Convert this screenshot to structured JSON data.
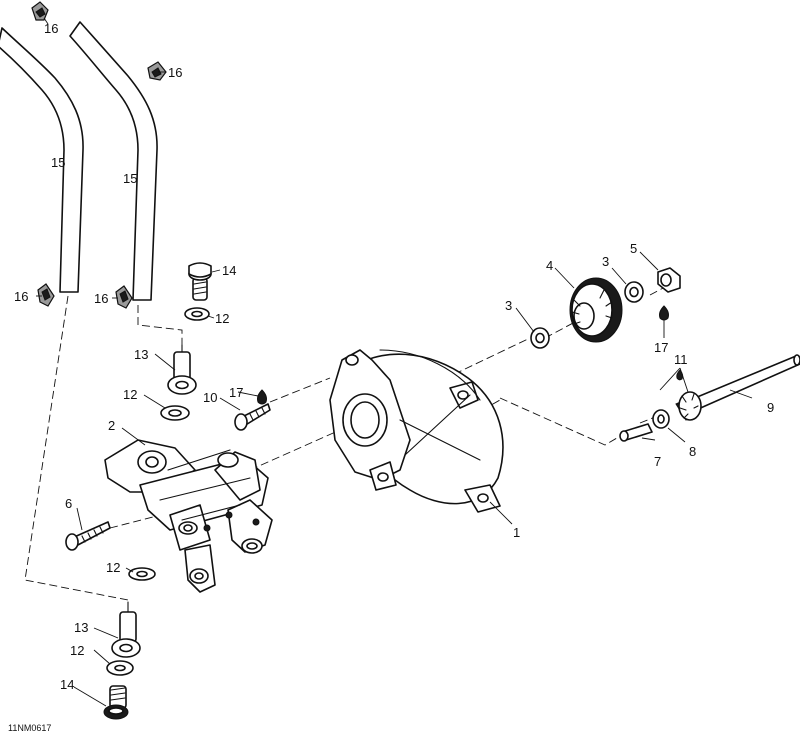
{
  "diagram": {
    "drawing_code": "11NM0617",
    "callouts": {
      "c1": "1",
      "c2": "2",
      "c3a": "3",
      "c3b": "3",
      "c4": "4",
      "c5": "5",
      "c6": "6",
      "c7": "7",
      "c8": "8",
      "c9": "9",
      "c10": "10",
      "c11": "11",
      "c12a": "12",
      "c12b": "12",
      "c12c": "12",
      "c12d": "12",
      "c13a": "13",
      "c13b": "13",
      "c14a": "14",
      "c14b": "14",
      "c15a": "15",
      "c15b": "15",
      "c16a": "16",
      "c16b": "16",
      "c16c": "16",
      "c16d": "16",
      "c17a": "17",
      "c17b": "17"
    }
  }
}
